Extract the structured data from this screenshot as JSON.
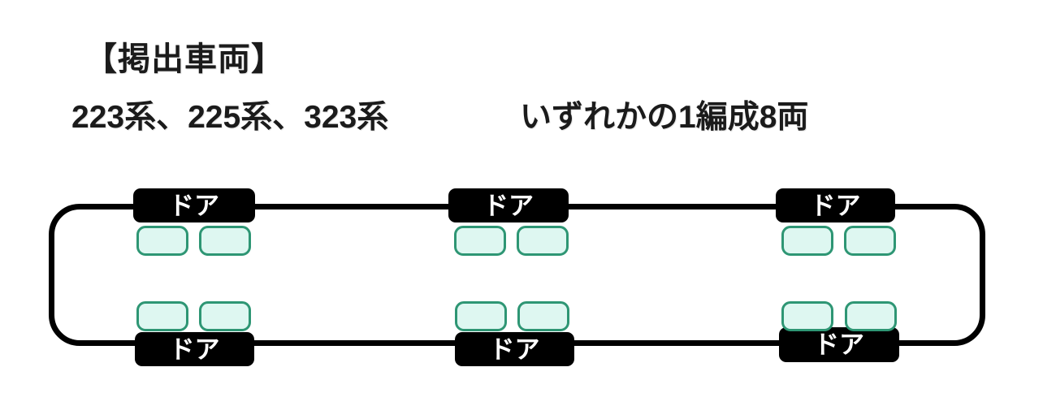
{
  "page": {
    "title": "【掲出車両】",
    "subtitle": {
      "series": "223系、225系、323系",
      "formation": "いずれかの1編成8両"
    }
  },
  "car": {
    "door_label": "ドア"
  },
  "colors": {
    "background": "#ffffff",
    "text": "#1b1b1b",
    "door_bg": "#000000",
    "door_text": "#ffffff",
    "window_fill": "#def7f1",
    "window_border": "#2e9674",
    "car_outline": "#000000"
  }
}
